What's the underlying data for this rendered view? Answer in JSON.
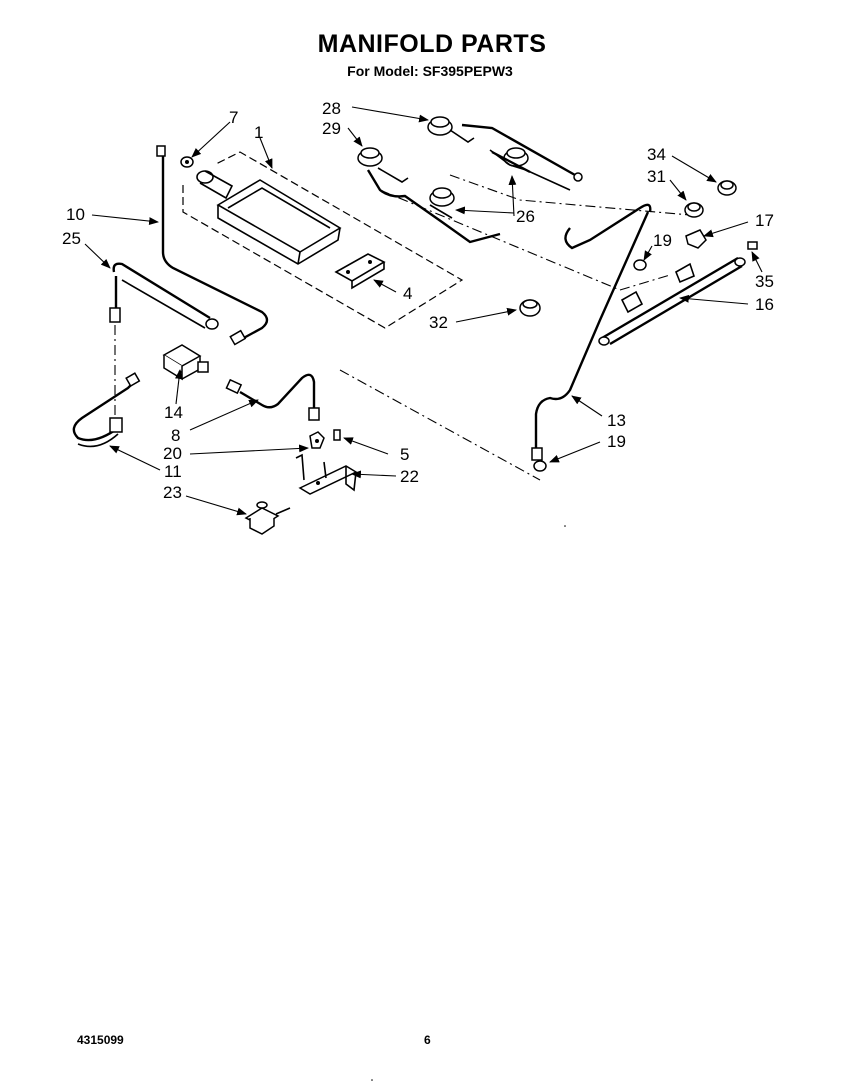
{
  "header": {
    "title": "MANIFOLD PARTS",
    "subtitle": "For Model: SF395PEPW3"
  },
  "callouts": [
    "7",
    "1",
    "10",
    "25",
    "4",
    "14",
    "8",
    "20",
    "11",
    "23",
    "5",
    "22",
    "28",
    "29",
    "26",
    "32",
    "34",
    "31",
    "17",
    "19",
    "35",
    "16",
    "13",
    "19"
  ],
  "footer": {
    "doc_number": "4315099",
    "page_number": "6"
  }
}
